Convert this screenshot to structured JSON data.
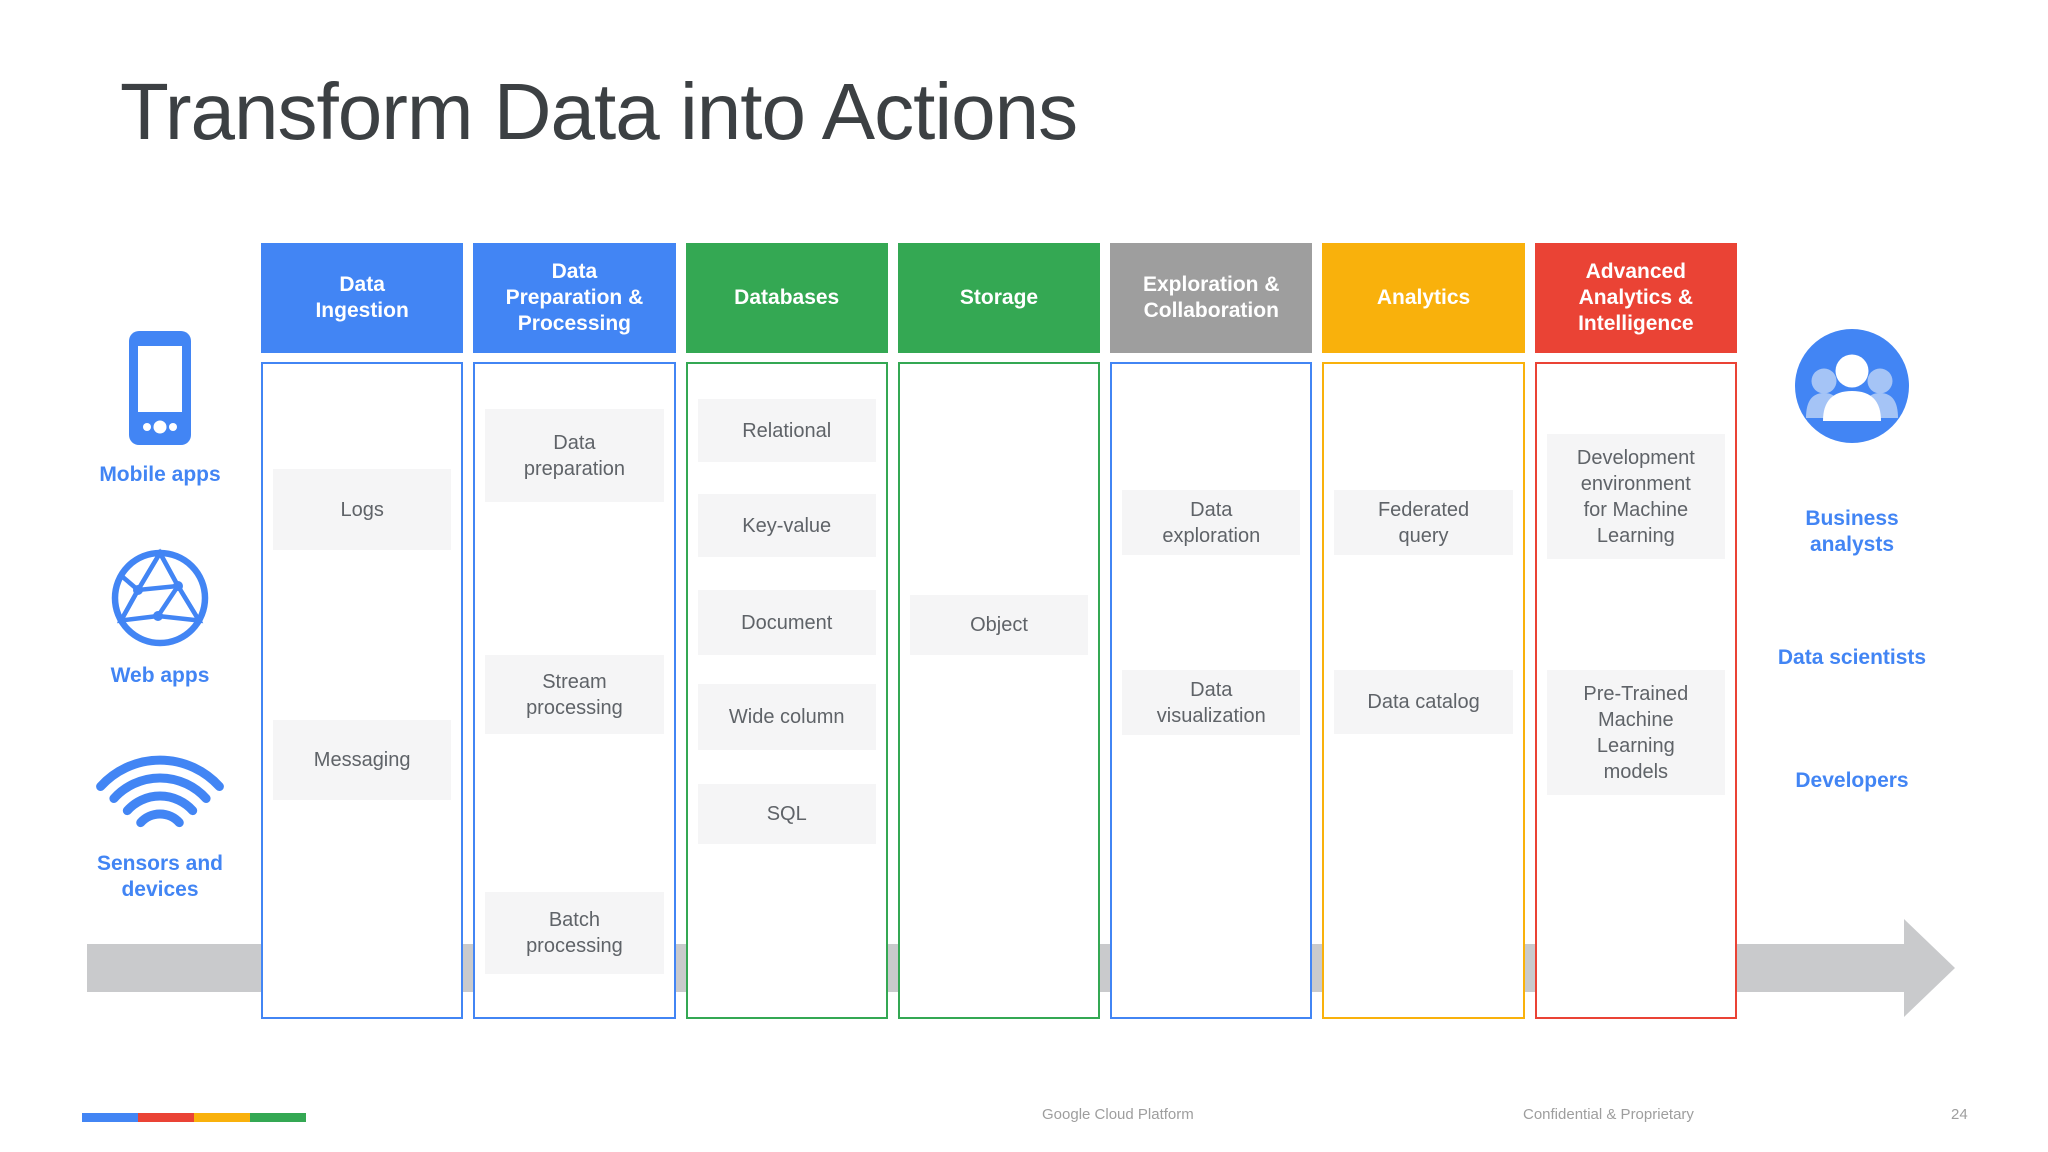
{
  "slide": {
    "title": "Transform Data into Actions",
    "footer_left": "Google Cloud Platform",
    "footer_right": "Confidential & Proprietary",
    "page_number": "24"
  },
  "sources": [
    {
      "label": "Mobile apps",
      "icon": "mobile-phone-icon"
    },
    {
      "label": "Web apps",
      "icon": "globe-icon"
    },
    {
      "label": "Sensors and\ndevices",
      "icon": "wifi-icon"
    }
  ],
  "audiences": [
    {
      "label": "Business\nanalysts",
      "icon": "people-group-icon"
    },
    {
      "label": "Data scientists"
    },
    {
      "label": "Developers"
    }
  ],
  "columns": [
    {
      "title": "Data\nIngestion",
      "color": "#4285f4",
      "border_color": "#4285f4",
      "items": [
        {
          "label": "Logs"
        },
        {
          "label": "Messaging"
        }
      ]
    },
    {
      "title": "Data\nPreparation &\nProcessing",
      "color": "#4285f4",
      "border_color": "#4285f4",
      "items": [
        {
          "label": "Data\npreparation"
        },
        {
          "label": "Stream\nprocessing"
        },
        {
          "label": "Batch\nprocessing"
        }
      ]
    },
    {
      "title": "Databases",
      "color": "#34a853",
      "border_color": "#34a853",
      "items": [
        {
          "label": "Relational"
        },
        {
          "label": "Key-value"
        },
        {
          "label": "Document"
        },
        {
          "label": "Wide column"
        },
        {
          "label": "SQL"
        }
      ]
    },
    {
      "title": "Storage",
      "color": "#34a853",
      "border_color": "#34a853",
      "items": [
        {
          "label": "Object"
        }
      ]
    },
    {
      "title": "Exploration &\nCollaboration",
      "color": "#9e9e9e",
      "border_color": "#4285f4",
      "items": [
        {
          "label": "Data\nexploration"
        },
        {
          "label": "Data\nvisualization"
        }
      ]
    },
    {
      "title": "Analytics",
      "color": "#f9b10c",
      "border_color": "#f9b10c",
      "items": [
        {
          "label": "Federated\nquery"
        },
        {
          "label": "Data catalog"
        }
      ]
    },
    {
      "title": "Advanced\nAnalytics &\nIntelligence",
      "color": "#ea4335",
      "border_color": "#ea4335",
      "items": [
        {
          "label": "Development\nenvironment\nfor Machine\nLearning"
        },
        {
          "label": "Pre-Trained\nMachine\nLearning\nmodels"
        }
      ]
    }
  ],
  "colors": {
    "blue": "#4285f4",
    "green": "#34a853",
    "gray": "#9e9e9e",
    "yellow": "#f9b10c",
    "red": "#ea4335",
    "arrow_gray": "#c9cacc",
    "cell_bg": "#f5f5f6",
    "cell_text": "#5f6368",
    "title_text": "#3c4043"
  }
}
